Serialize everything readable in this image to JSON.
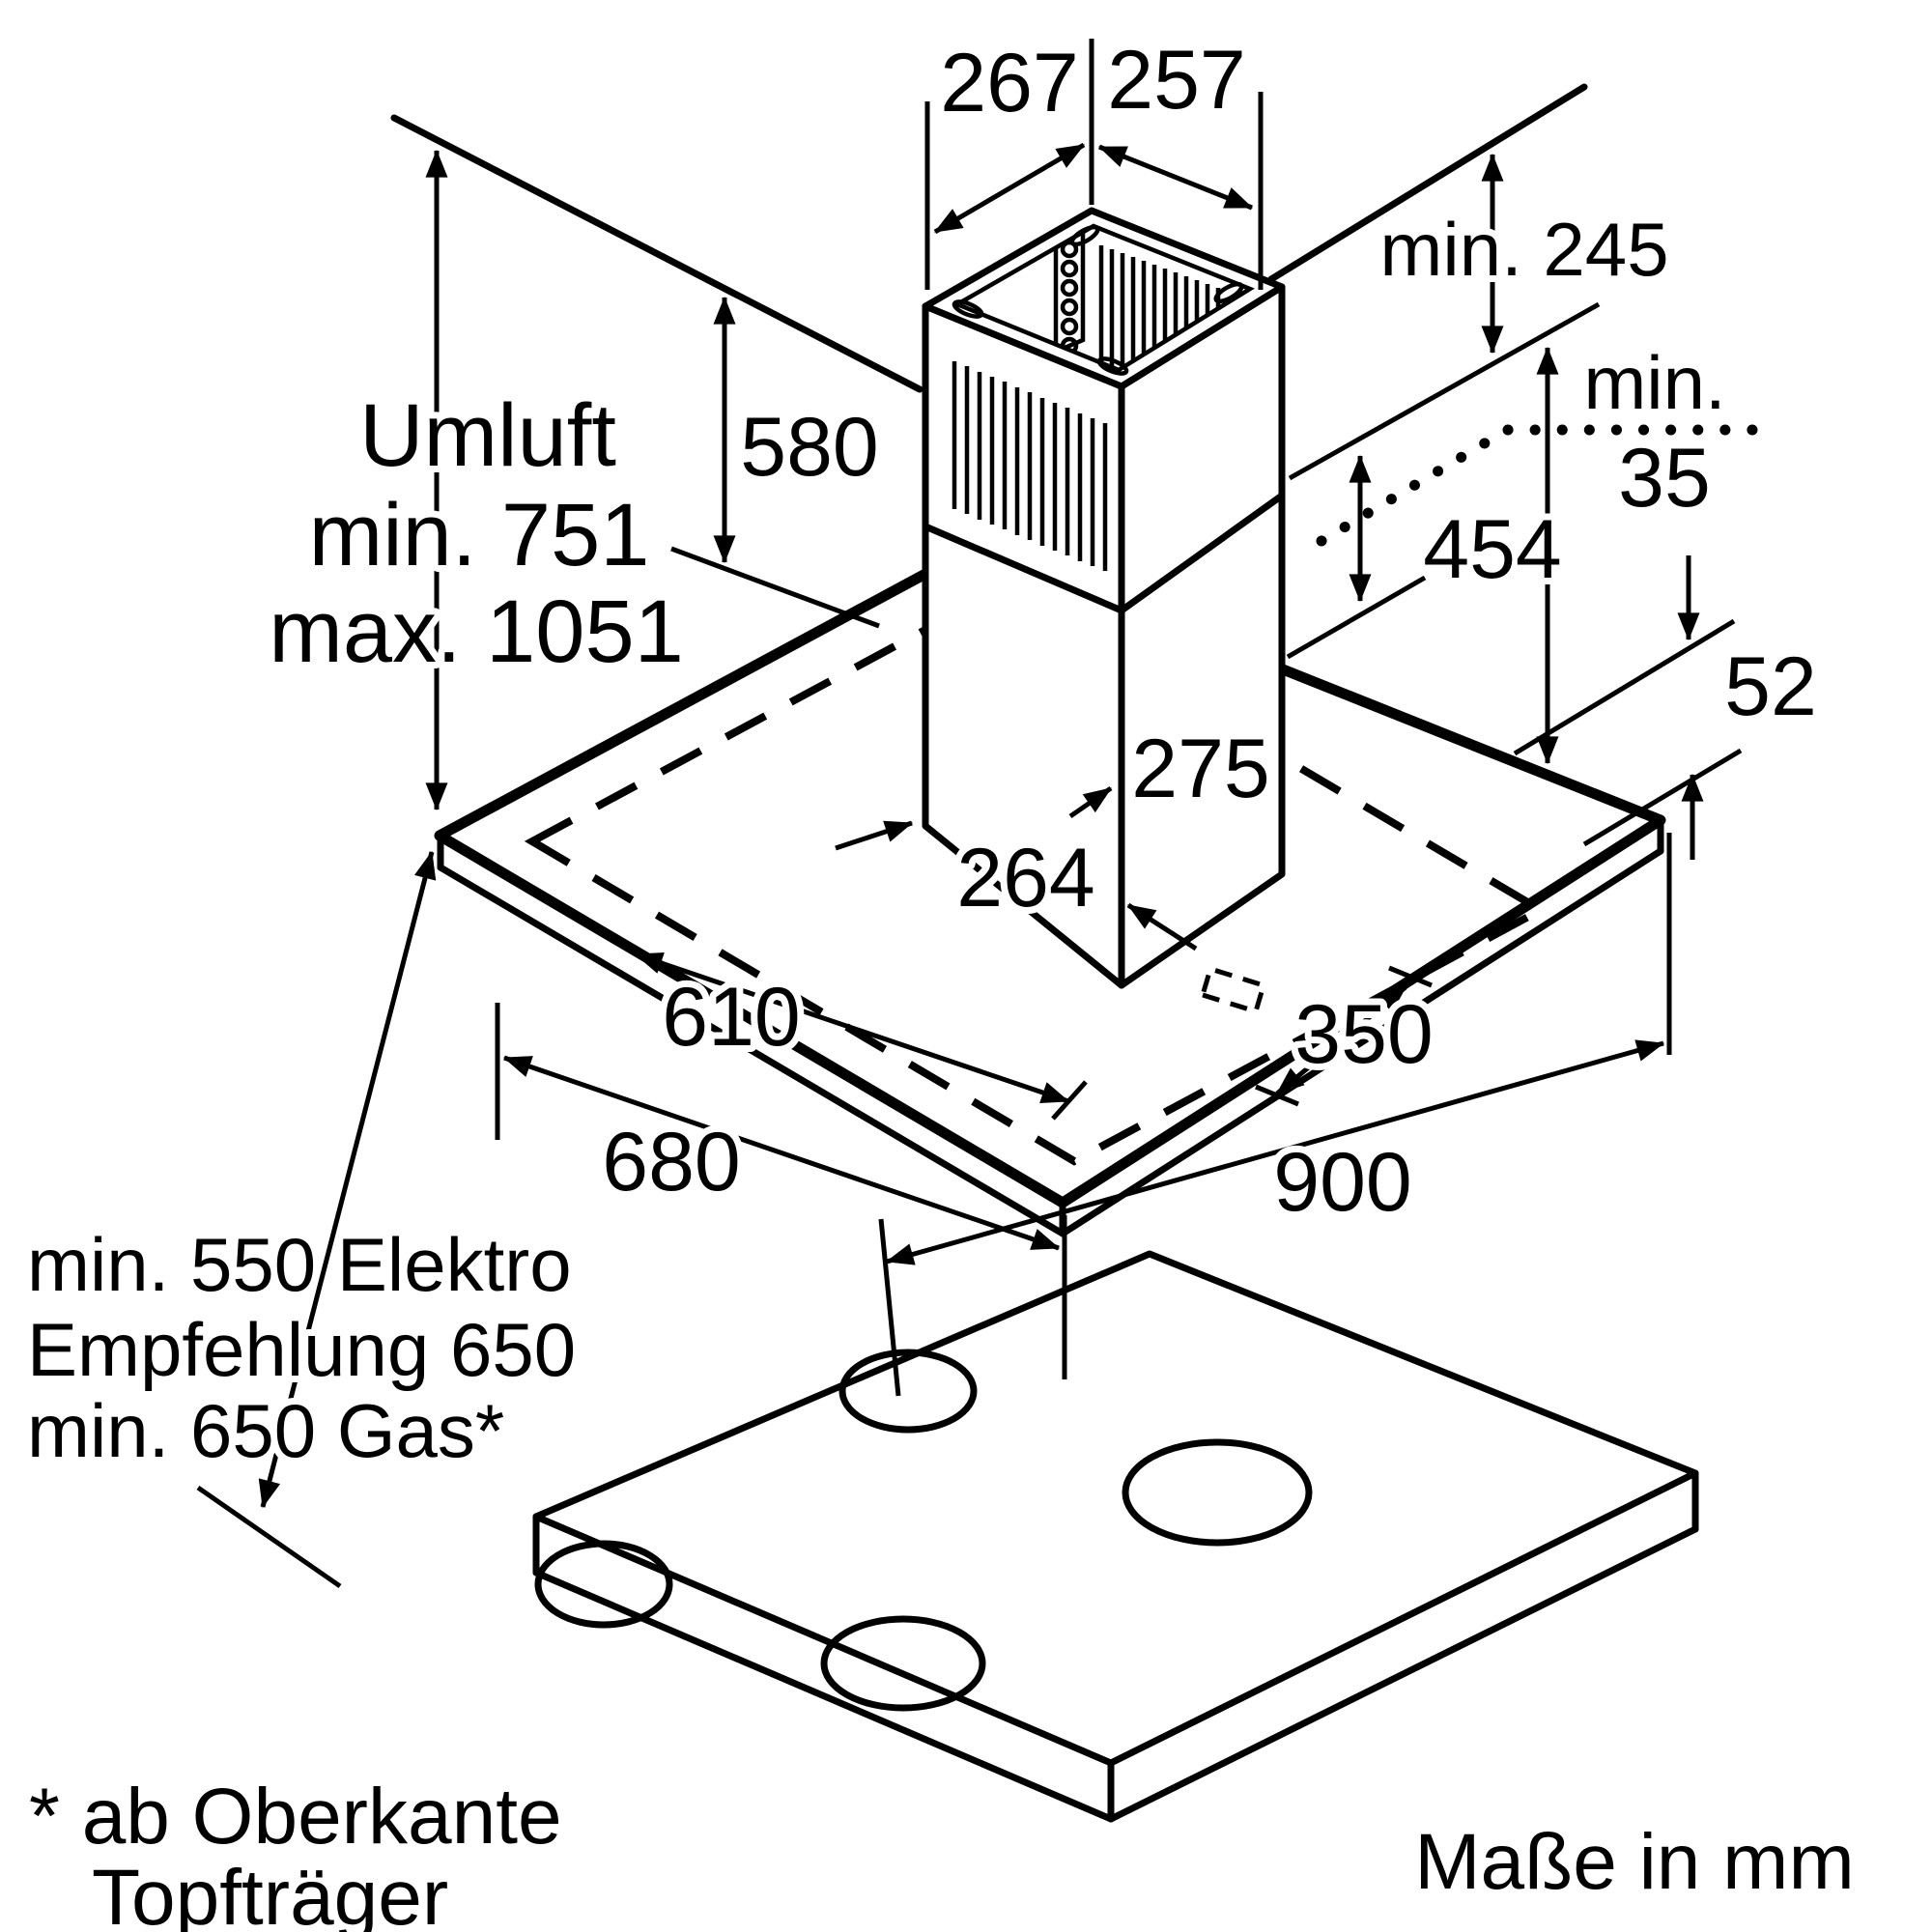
{
  "colors": {
    "ink": "#000000",
    "paper": "#ffffff"
  },
  "dims": {
    "d267": "267",
    "d257": "257",
    "d245": "min. 245",
    "dmin": "min.",
    "d35": "35",
    "d454": "454",
    "d580": "580",
    "d275": "275",
    "d264": "264",
    "d610": "610",
    "d680": "680",
    "d350": "350",
    "d900": "900",
    "d52": "52"
  },
  "umluft": {
    "title": "Umluft",
    "min": "min. 751",
    "max": "max. 1051"
  },
  "hob": {
    "electric": "min. 550 Elektro",
    "recommended": "Empfehlung 650",
    "gas": "min. 650 Gas*"
  },
  "notes": {
    "footnote1": "* ab Oberkante",
    "footnote2": "Topfträger",
    "units": "Maße in mm"
  }
}
